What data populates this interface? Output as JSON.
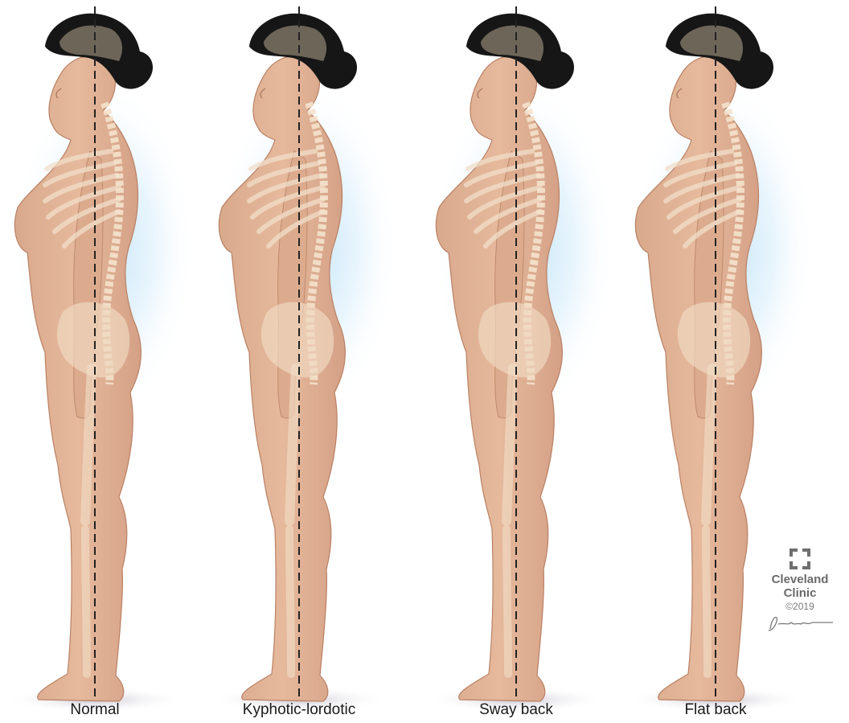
{
  "figures": [
    {
      "id": "normal",
      "caption": "Normal"
    },
    {
      "id": "kyphotic-lordotic",
      "caption": "Kyphotic-lordotic"
    },
    {
      "id": "sway-back",
      "caption": "Sway back"
    },
    {
      "id": "flat-back",
      "caption": "Flat back"
    }
  ],
  "logo": {
    "brand_line1": "Cleveland",
    "brand_line2": "Clinic",
    "copyright": "©2019",
    "signature": "Jeanouz"
  },
  "colors": {
    "skin": "#e2b396",
    "skin_shadow": "#c99479",
    "bone": "#f1dcc4",
    "hair": "#161616",
    "hair_highlight": "#8c8070",
    "plumb_line": "#222222",
    "glow": "#bfe2f7"
  }
}
